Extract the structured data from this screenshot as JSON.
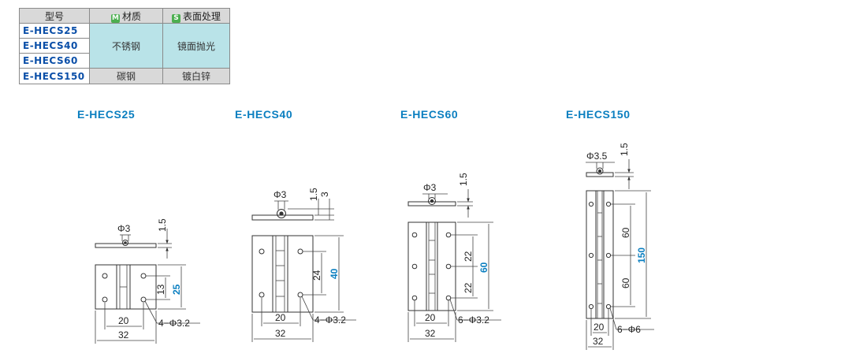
{
  "table": {
    "headers": {
      "model": "型号",
      "material": "材质",
      "material_badge": "M",
      "surface": "表面处理",
      "surface_badge": "S"
    },
    "rows": [
      {
        "model": "E-HECS25"
      },
      {
        "model": "E-HECS40"
      },
      {
        "model": "E-HECS60"
      },
      {
        "model": "E-HECS150"
      }
    ],
    "material_steel_stainless": "不锈钢",
    "surface_polished": "镜面抛光",
    "material_carbon": "碳钢",
    "surface_zinc": "镀白锌"
  },
  "drawings": [
    {
      "title": "E-HECS25",
      "dia": "Φ3",
      "thickness": "1.5",
      "pitch": "13",
      "height": "25",
      "inner": "20",
      "width": "32",
      "holes": "4−Φ3.2"
    },
    {
      "title": "E-HECS40",
      "dia": "Φ3",
      "thickness": "1.5",
      "thickness2": "3",
      "pitch": "24",
      "height": "40",
      "inner": "20",
      "width": "32",
      "holes": "4−Φ3.2"
    },
    {
      "title": "E-HECS60",
      "dia": "Φ3",
      "thickness": "1.5",
      "pitch1": "22",
      "pitch2": "22",
      "height": "60",
      "inner": "20",
      "width": "32",
      "holes": "6−Φ3.2"
    },
    {
      "title": "E-HECS150",
      "dia": "Φ3.5",
      "thickness": "1.5",
      "pitch1": "60",
      "pitch2": "60",
      "height": "150",
      "inner": "20",
      "width": "32",
      "holes": "6−Φ6"
    }
  ]
}
